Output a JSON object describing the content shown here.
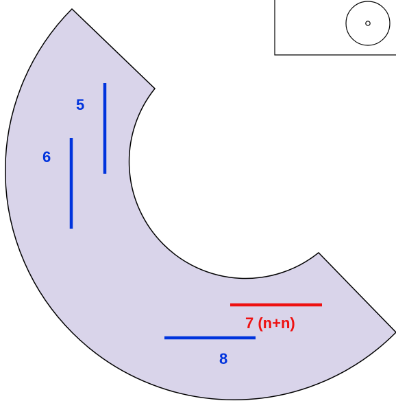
{
  "colors": {
    "ring_fill": "#d9d4ea",
    "outline": "#000000",
    "blue": "#0033dd",
    "red": "#ee1111"
  },
  "labels": {
    "segment_5": "5",
    "segment_6": "6",
    "segment_7": "7 (n+n)",
    "segment_8": "8"
  },
  "icons": {
    "inset": "circle-with-dot-icon"
  }
}
